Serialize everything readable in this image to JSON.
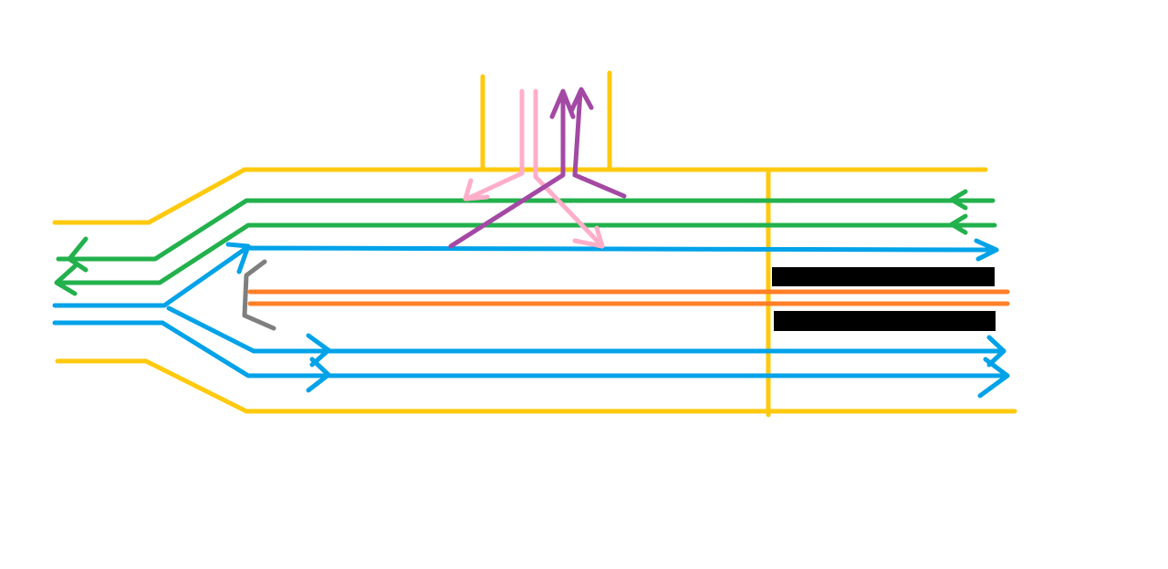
{
  "diagram": {
    "kind": "hand-drawn road lane diagram",
    "text_labels": [],
    "colors": {
      "background": "#ffffff",
      "road_edge": "#ffc90e",
      "westbound_lane": "#22b14c",
      "eastbound_lane": "#00a2e8",
      "median_rail": "#ff7f27",
      "platform": "#000000",
      "side_road_in": "#ffaec9",
      "side_road_out": "#a349a4",
      "barrier": "#7f7f7f"
    },
    "elements": [
      {
        "name": "road-edge-north",
        "role": "road_edge"
      },
      {
        "name": "road-edge-south",
        "role": "road_edge"
      },
      {
        "name": "road-edge-cross",
        "role": "road_edge"
      },
      {
        "name": "side-road-edge-west",
        "role": "road_edge"
      },
      {
        "name": "side-road-edge-east",
        "role": "road_edge"
      },
      {
        "name": "westbound-lane-1",
        "role": "westbound_lane",
        "direction": "west"
      },
      {
        "name": "westbound-lane-2",
        "role": "westbound_lane",
        "direction": "west"
      },
      {
        "name": "eastbound-lane-split",
        "role": "eastbound_lane",
        "direction": "east"
      },
      {
        "name": "eastbound-lane-1",
        "role": "eastbound_lane",
        "direction": "east"
      },
      {
        "name": "eastbound-lane-2",
        "role": "eastbound_lane",
        "direction": "east"
      },
      {
        "name": "median-rail-1",
        "role": "median_rail"
      },
      {
        "name": "median-rail-2",
        "role": "median_rail"
      },
      {
        "name": "platform-north",
        "role": "platform"
      },
      {
        "name": "platform-south",
        "role": "platform"
      },
      {
        "name": "side-road-in-lanes",
        "role": "side_road_in"
      },
      {
        "name": "side-road-out-lanes",
        "role": "side_road_out"
      },
      {
        "name": "median-barrier",
        "role": "barrier"
      }
    ]
  }
}
